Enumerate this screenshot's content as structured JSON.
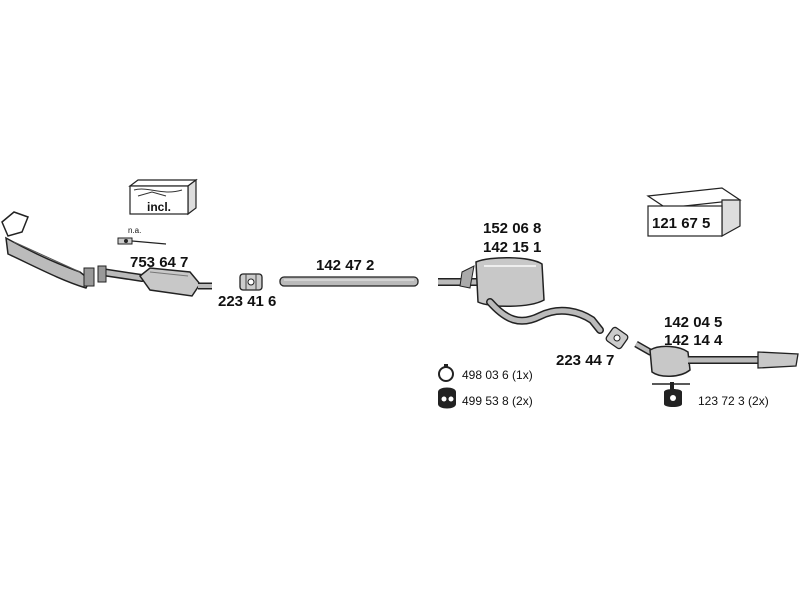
{
  "parts": {
    "manifold": "",
    "oxygen_sensor_note": "n.a.",
    "kit_box_label": "incl.",
    "catalytic_converter": "753 64 7",
    "clamp_front": "223 41 6",
    "intermediate_pipe": "142 47 2",
    "middle_silencer_a": "152 06 8",
    "middle_silencer_b": "142 15 1",
    "clamp_rear": "223 44 7",
    "rear_silencer_a": "142 04 5",
    "rear_silencer_b": "142 14 4",
    "mounting_kit_box": "121 67 5"
  },
  "accessories": {
    "ring": "498 03 6 (1x)",
    "rubber_mount": "499 53 8 (2x)",
    "hanger": "123 72 3 (2x)"
  }
}
